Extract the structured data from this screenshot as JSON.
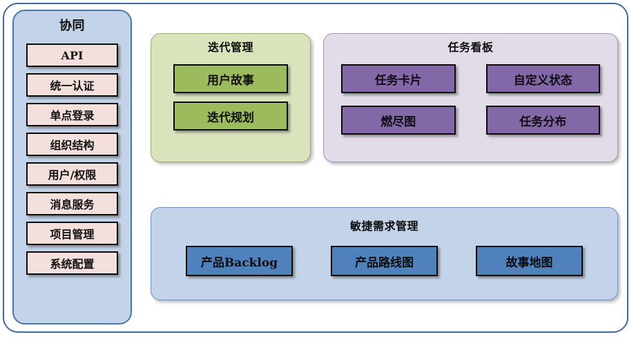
{
  "diagram": {
    "sidebar": {
      "title": "协同",
      "items": [
        {
          "label": "API"
        },
        {
          "label": "统一认证"
        },
        {
          "label": "单点登录"
        },
        {
          "label": "组织结构"
        },
        {
          "label": "用户/权限"
        },
        {
          "label": "消息服务"
        },
        {
          "label": "项目管理"
        },
        {
          "label": "系统配置"
        }
      ]
    },
    "iteration_panel": {
      "title": "迭代管理",
      "items": [
        {
          "label": "用户故事"
        },
        {
          "label": "迭代规划"
        }
      ]
    },
    "taskboard_panel": {
      "title": "任务看板",
      "items": [
        {
          "label": "任务卡片"
        },
        {
          "label": "自定义状态"
        },
        {
          "label": "燃尽图"
        },
        {
          "label": "任务分布"
        }
      ]
    },
    "requirement_panel": {
      "title": "敏捷需求管理",
      "items": [
        {
          "label": "产品Backlog"
        },
        {
          "label": "产品路线图"
        },
        {
          "label": "故事地图"
        }
      ]
    },
    "colors": {
      "frame_border": "#41699b",
      "sidebar_bg": "#c3d4ea",
      "sidebar_chip": "#f3dfdc",
      "iteration_bg": "#d9e4bd",
      "iteration_chip": "#9cbb5c",
      "taskboard_bg": "#e2dbe8",
      "taskboard_chip": "#8268a6",
      "requirement_bg": "#c3d4ea",
      "requirement_chip": "#4f81bd"
    }
  }
}
